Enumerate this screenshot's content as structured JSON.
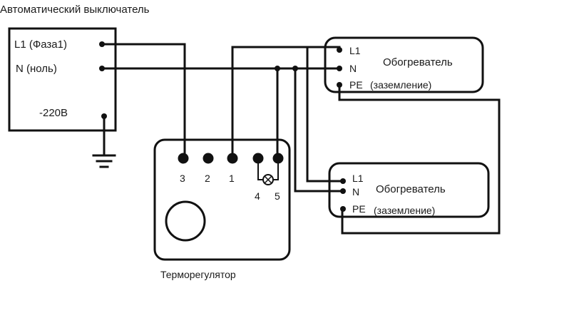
{
  "breaker": {
    "title": "Автоматический выключатель",
    "l1_label": "L1 (Фаза1)",
    "n_label": "N (ноль)",
    "voltage_label": "-220В"
  },
  "thermostat": {
    "title": "Терморегулятор",
    "terminals": [
      "3",
      "2",
      "1",
      "4",
      "5"
    ]
  },
  "heater1": {
    "title": "Обогреватель",
    "l1": "L1",
    "n": "N",
    "pe": "PE",
    "pe_note": "(заземление)"
  },
  "heater2": {
    "title": "Обогреватель",
    "l1": "L1",
    "n": "N",
    "pe": "PE",
    "pe_note": "(заземление)"
  }
}
